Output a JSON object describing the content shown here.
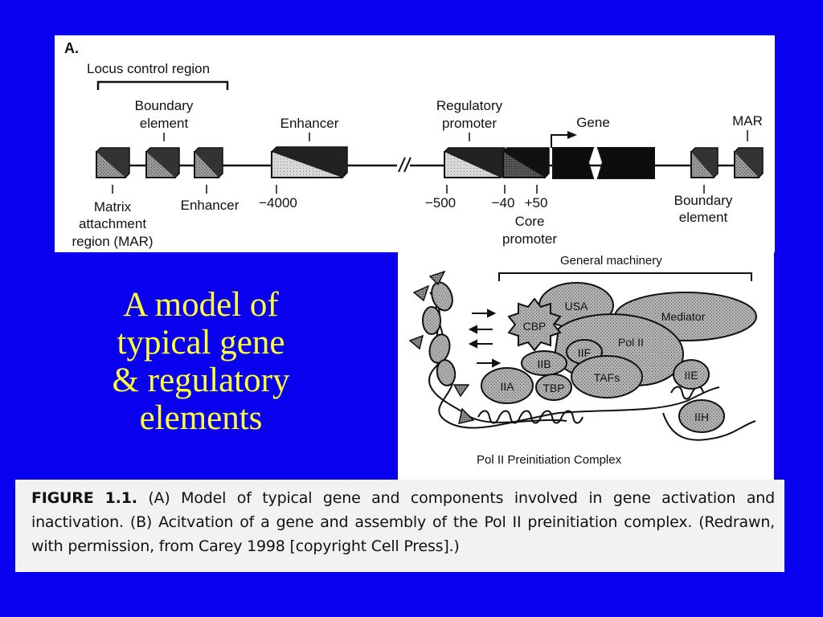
{
  "slide_title": [
    "A model of",
    "typical gene",
    "& regulatory",
    "elements"
  ],
  "panel_a": {
    "panel_label": "A.",
    "lcr_label": "Locus control region",
    "boundary_label_top": [
      "Boundary",
      "element"
    ],
    "enhancer_label_top": "Enhancer",
    "regulatory_promoter_label": [
      "Regulatory",
      "promoter"
    ],
    "gene_label": "Gene",
    "mar_label": "MAR",
    "mar_label_bottom": [
      "Matrix",
      "attachment",
      "region (MAR)"
    ],
    "enhancer_label_bottom": "Enhancer",
    "pos_minus4000": "−4000",
    "pos_minus500": "−500",
    "pos_minus40": "−40",
    "pos_plus50": "+50",
    "core_promoter_label": [
      "Core",
      "promoter"
    ],
    "boundary_label_bottom": [
      "Boundary",
      "element"
    ]
  },
  "panel_b": {
    "general_machinery_label": "General machinery",
    "usa": "USA",
    "mediator": "Mediator",
    "cbp": "CBP",
    "pol2": "Pol II",
    "iif": "IIF",
    "iib": "IIB",
    "tafs": "TAFs",
    "iie": "IIE",
    "iia": "IIA",
    "tbp": "TBP",
    "iih": "IIH",
    "complex_caption": "Pol II Preinitiation Complex"
  },
  "caption": {
    "label": "FIGURE 1.1.",
    "body": " (A) Model of typical gene and components involved in gene activation and inactivation. (B) Acitvation of a gene and assembly of the Pol II preinitiation complex. (Redrawn, with permission, from Carey 1998 [copyright Cell Press].)"
  },
  "colors": {
    "background": "#0a00f0",
    "title": "#ffff33",
    "panel": "#ffffff",
    "caption_bg": "#f2f2f2"
  }
}
